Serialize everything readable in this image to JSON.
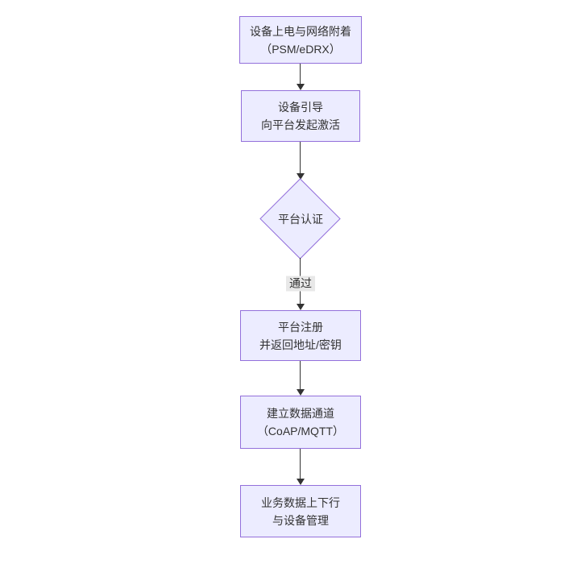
{
  "diagram": {
    "type": "flowchart",
    "direction": "top-down",
    "colors": {
      "canvas-bg": "#ffffff",
      "node-fill": "#ECECFF",
      "node-border": "#9370DB",
      "edge-color": "#333333",
      "text-color": "#333333",
      "edge-label-bg": "#e8e8e8"
    },
    "nodes": [
      {
        "id": "power-attach",
        "shape": "rect",
        "lines": [
          "设备上电与网络附着",
          "（PSM/eDRX）"
        ]
      },
      {
        "id": "bootstrap-activate",
        "shape": "rect",
        "lines": [
          "设备引导",
          "向平台发起激活"
        ]
      },
      {
        "id": "platform-auth",
        "shape": "diamond",
        "lines": [
          "平台认证"
        ]
      },
      {
        "id": "platform-register",
        "shape": "rect",
        "lines": [
          "平台注册",
          "并返回地址/密钥"
        ]
      },
      {
        "id": "data-channel",
        "shape": "rect",
        "lines": [
          "建立数据通道",
          "（CoAP/MQTT）"
        ]
      },
      {
        "id": "business-data",
        "shape": "rect",
        "lines": [
          "业务数据上下行",
          "与设备管理"
        ]
      }
    ],
    "edges": [
      {
        "from": "power-attach",
        "to": "bootstrap-activate",
        "label": ""
      },
      {
        "from": "bootstrap-activate",
        "to": "platform-auth",
        "label": ""
      },
      {
        "from": "platform-auth",
        "to": "platform-register",
        "label": "通过"
      },
      {
        "from": "platform-register",
        "to": "data-channel",
        "label": ""
      },
      {
        "from": "data-channel",
        "to": "business-data",
        "label": ""
      }
    ]
  }
}
